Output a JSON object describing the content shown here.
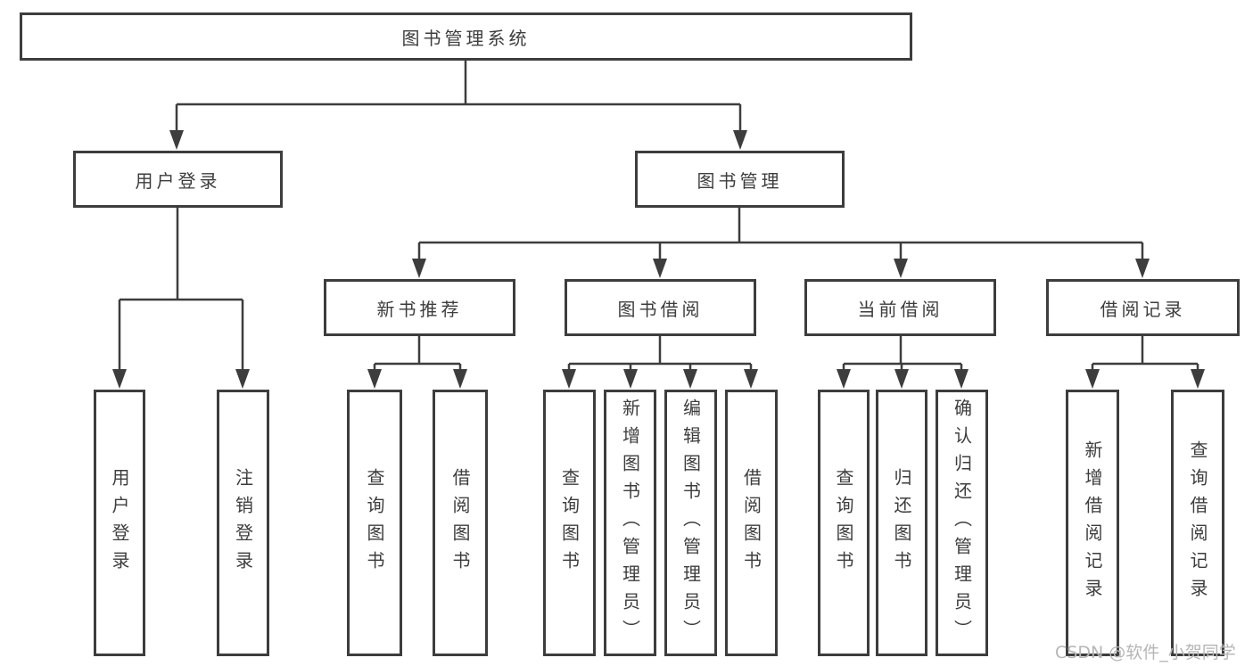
{
  "colors": {
    "line": "#3d3d3d",
    "text": "#3d3d3d",
    "watermark": "#b6b6b6",
    "bg": "#ffffff"
  },
  "tree": {
    "root": "图书管理系统",
    "branches": [
      {
        "label": "用户登录",
        "children": [
          "用户登录",
          "注销登录"
        ]
      },
      {
        "label": "图书管理",
        "groups": [
          {
            "label": "新书推荐",
            "children": [
              "查询图书",
              "借阅图书"
            ]
          },
          {
            "label": "图书借阅",
            "children": [
              "查询图书",
              "新增图书（管理员）",
              "编辑图书（管理员）",
              "借阅图书"
            ]
          },
          {
            "label": "当前借阅",
            "children": [
              "查询图书",
              "归还图书",
              "确认归还（管理员）"
            ]
          },
          {
            "label": "借阅记录",
            "children": [
              "新增借阅记录",
              "查询借阅记录"
            ]
          }
        ]
      }
    ]
  },
  "watermark": "CSDN @软件_小贺同学"
}
